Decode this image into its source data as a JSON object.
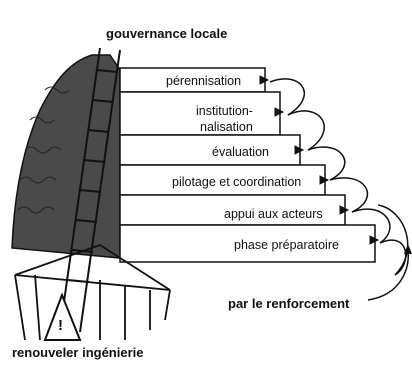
{
  "diagram": {
    "top_label": "gouvernance locale",
    "bottom_left_label": "renouveler ingénierie",
    "bottom_label": "par le renforcement",
    "steps": [
      {
        "label": "pérennisation"
      },
      {
        "label": "institution-"
      },
      {
        "label": "nalisation"
      },
      {
        "label": "évaluation"
      },
      {
        "label": "pilotage et coordination"
      },
      {
        "label": "appui aux acteurs"
      },
      {
        "label": "phase préparatoire"
      }
    ],
    "warning_sign_glyph": "!"
  }
}
